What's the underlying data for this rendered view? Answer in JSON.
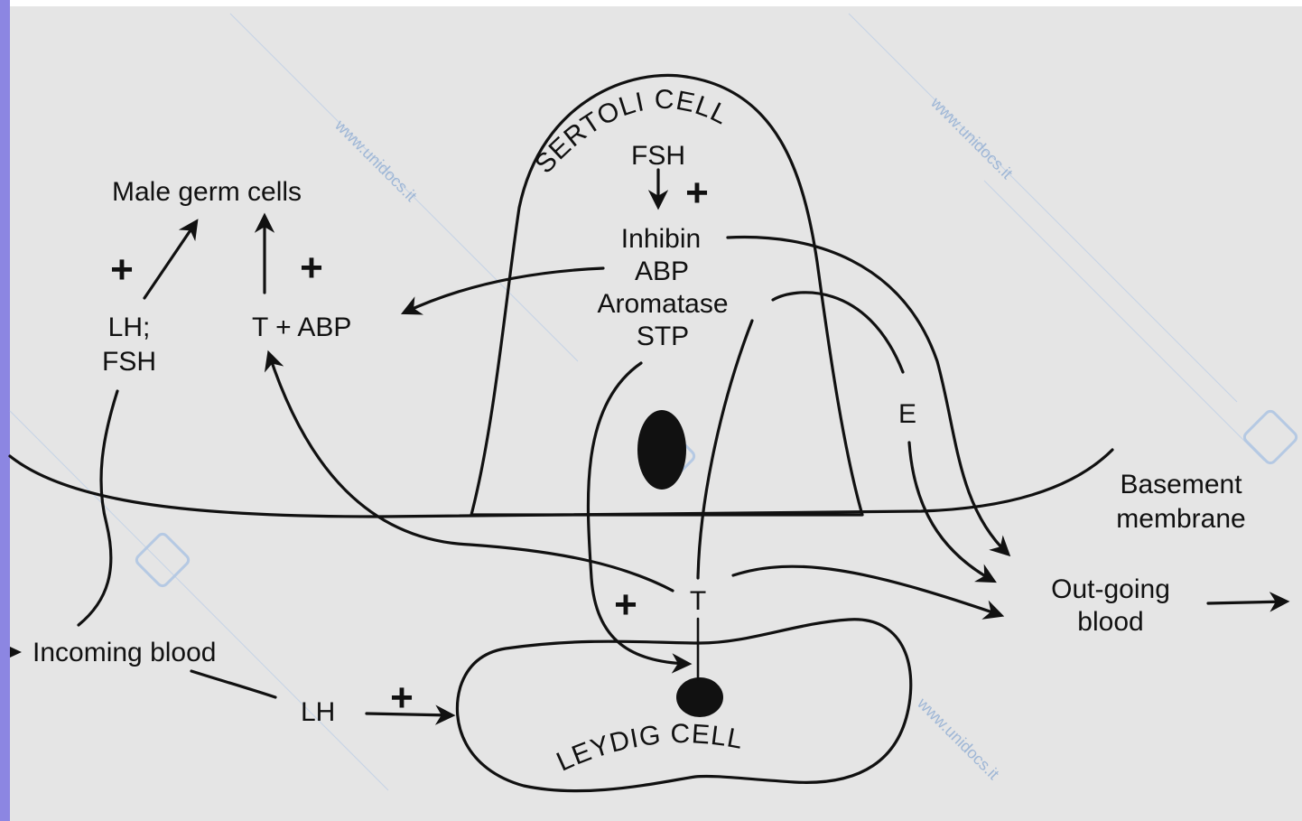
{
  "sertoli": {
    "title": "SERTOLI CELL",
    "fsh": "FSH",
    "plus": "+",
    "items": [
      "Inhibin",
      "ABP",
      "Aromatase",
      "STP"
    ]
  },
  "leydig": {
    "title": "LEYDIG CELL"
  },
  "labels": {
    "male_germ_cells": "Male germ cells",
    "plus_left": "+",
    "plus_mid": "+",
    "lh_fsh_line1": "LH;",
    "lh_fsh_line2": "FSH",
    "t_abp": "T + ABP",
    "e": "E",
    "basement_line1": "Basement",
    "basement_line2": "membrane",
    "outgoing_line1": "Out-going",
    "outgoing_line2": "blood",
    "incoming_blood": "Incoming blood",
    "lh": "LH",
    "plus_lh": "+",
    "plus_t": "+",
    "t": "T"
  },
  "watermark": {
    "text": "www.unidocs.it"
  },
  "colors": {
    "left_bar": "#8c86e2",
    "page": "#e5e5e5",
    "ink": "#111111"
  }
}
